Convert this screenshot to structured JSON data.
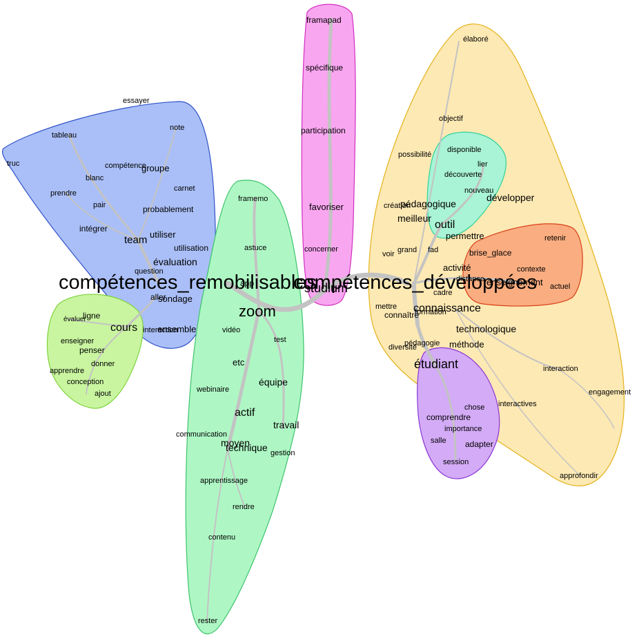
{
  "diagram": {
    "clusters": [
      {
        "id": "remob",
        "color": "#aabff7",
        "stroke": "#2f52c8"
      },
      {
        "id": "cours",
        "color": "#c9f5a0",
        "stroke": "#7ed23a"
      },
      {
        "id": "zoom",
        "color": "#aef7c4",
        "stroke": "#3dc26b"
      },
      {
        "id": "framapad",
        "color": "#f9a6f0",
        "stroke": "#d02fc0"
      },
      {
        "id": "dev",
        "color": "#fde9b4",
        "stroke": "#e3b21a"
      },
      {
        "id": "outil",
        "color": "#a9f3d6",
        "stroke": "#2ed29a"
      },
      {
        "id": "brise",
        "color": "#f9ad80",
        "stroke": "#d8401a"
      },
      {
        "id": "etudiant",
        "color": "#d3abf6",
        "stroke": "#8a34d4"
      }
    ],
    "hubs": [
      {
        "label": "compétences_remobilisables"
      },
      {
        "label": "compétences_développées"
      }
    ],
    "nodes": [
      {
        "label": "truc"
      },
      {
        "label": "tableau"
      },
      {
        "label": "essayer"
      },
      {
        "label": "note"
      },
      {
        "label": "compétence"
      },
      {
        "label": "groupe"
      },
      {
        "label": "blanc"
      },
      {
        "label": "carnet"
      },
      {
        "label": "prendre"
      },
      {
        "label": "pair"
      },
      {
        "label": "probablement"
      },
      {
        "label": "intégrer"
      },
      {
        "label": "team"
      },
      {
        "label": "utiliser"
      },
      {
        "label": "utilisation"
      },
      {
        "label": "évaluation"
      },
      {
        "label": "question"
      },
      {
        "label": "aller"
      },
      {
        "label": "sondage"
      },
      {
        "label": "interaction"
      },
      {
        "label": "ensemble"
      },
      {
        "label": "ligne"
      },
      {
        "label": "évaluer"
      },
      {
        "label": "cours"
      },
      {
        "label": "enseigner"
      },
      {
        "label": "penser"
      },
      {
        "label": "donner"
      },
      {
        "label": "apprendre"
      },
      {
        "label": "conception"
      },
      {
        "label": "ajout"
      },
      {
        "label": "framemo"
      },
      {
        "label": "astuce"
      },
      {
        "label": "app"
      },
      {
        "label": "zoom"
      },
      {
        "label": "vidéo"
      },
      {
        "label": "test"
      },
      {
        "label": "etc"
      },
      {
        "label": "équipe"
      },
      {
        "label": "webinaire"
      },
      {
        "label": "actif"
      },
      {
        "label": "travail"
      },
      {
        "label": "communication"
      },
      {
        "label": "moyen"
      },
      {
        "label": "technique"
      },
      {
        "label": "gestion"
      },
      {
        "label": "apprentissage"
      },
      {
        "label": "rendre"
      },
      {
        "label": "contenu"
      },
      {
        "label": "rester"
      },
      {
        "label": "framapad"
      },
      {
        "label": "spécifique"
      },
      {
        "label": "participation"
      },
      {
        "label": "favoriser"
      },
      {
        "label": "concerner"
      },
      {
        "label": "studium"
      },
      {
        "label": "élaboré"
      },
      {
        "label": "objectif"
      },
      {
        "label": "possibilité"
      },
      {
        "label": "création"
      },
      {
        "label": "pédagogique"
      },
      {
        "label": "meilleur"
      },
      {
        "label": "voir"
      },
      {
        "label": "grand"
      },
      {
        "label": "fad"
      },
      {
        "label": "activité"
      },
      {
        "label": "distance"
      },
      {
        "label": "enseignement"
      },
      {
        "label": "cadre"
      },
      {
        "label": "mettre"
      },
      {
        "label": "connaître"
      },
      {
        "label": "formation"
      },
      {
        "label": "connaissance"
      },
      {
        "label": "technologique"
      },
      {
        "label": "diversité"
      },
      {
        "label": "pédagogie"
      },
      {
        "label": "méthode"
      },
      {
        "label": "interaction"
      },
      {
        "label": "engagement"
      },
      {
        "label": "interactives"
      },
      {
        "label": "approfondir"
      },
      {
        "label": "disponible"
      },
      {
        "label": "découverte"
      },
      {
        "label": "lier"
      },
      {
        "label": "outil"
      },
      {
        "label": "nouveau"
      },
      {
        "label": "développer"
      },
      {
        "label": "permettre"
      },
      {
        "label": "retenir"
      },
      {
        "label": "brise_glace"
      },
      {
        "label": "contexte"
      },
      {
        "label": "actuel"
      },
      {
        "label": "étudiant"
      },
      {
        "label": "chose"
      },
      {
        "label": "comprendre"
      },
      {
        "label": "importance"
      },
      {
        "label": "salle"
      },
      {
        "label": "adapter"
      },
      {
        "label": "session"
      }
    ]
  }
}
